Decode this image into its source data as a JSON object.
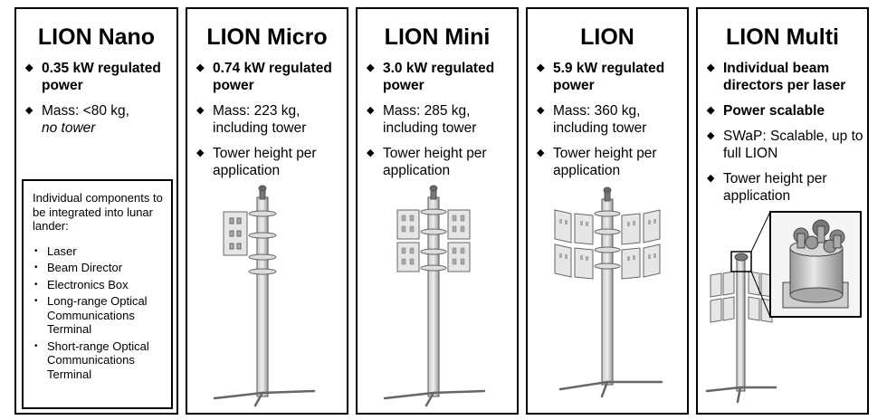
{
  "panels": [
    {
      "title": "LION Nano",
      "bullets": [
        {
          "text": "0.35 kW regulated power",
          "bold": true
        },
        {
          "text": "Mass: <80 kg,",
          "italic_suffix": "no tower"
        }
      ],
      "components": {
        "intro": "Individual components to be integrated into lunar lander:",
        "items": [
          "Laser",
          "Beam Director",
          "Electronics Box",
          "Long-range Optical Communications Terminal",
          "Short-range Optical Communications Terminal"
        ]
      }
    },
    {
      "title": "LION Micro",
      "bullets": [
        {
          "text": "0.74 kW regulated power",
          "bold": true
        },
        {
          "text": "Mass: 223 kg, including tower"
        },
        {
          "text": "Tower height per application"
        }
      ],
      "figure": {
        "panel_pairs": 1,
        "sides": "left",
        "type": "tower-diagram-icon"
      }
    },
    {
      "title": "LION Mini",
      "bullets": [
        {
          "text": "3.0 kW regulated power",
          "bold": true
        },
        {
          "text": "Mass: 285 kg, including tower"
        },
        {
          "text": "Tower height per application"
        }
      ],
      "figure": {
        "panel_pairs": 2,
        "sides": "both",
        "type": "tower-diagram-icon"
      }
    },
    {
      "title": "LION",
      "bullets": [
        {
          "text": "5.9 kW regulated power",
          "bold": true
        },
        {
          "text": "Mass: 360 kg, including tower"
        },
        {
          "text": "Tower height per application"
        }
      ],
      "figure": {
        "panel_pairs": 4,
        "sides": "both",
        "type": "tower-diagram-icon"
      }
    },
    {
      "title": "LION Multi",
      "bullets": [
        {
          "text": "Individual beam directors per laser",
          "bold": true
        },
        {
          "text": "Power scalable",
          "bold": true
        },
        {
          "text": "SWaP: Scalable, up to full LION"
        },
        {
          "text": "Tower height per application"
        }
      ],
      "figure": {
        "type": "tower-with-inset-icon",
        "inset": "beam-director-cluster-icon"
      }
    }
  ]
}
